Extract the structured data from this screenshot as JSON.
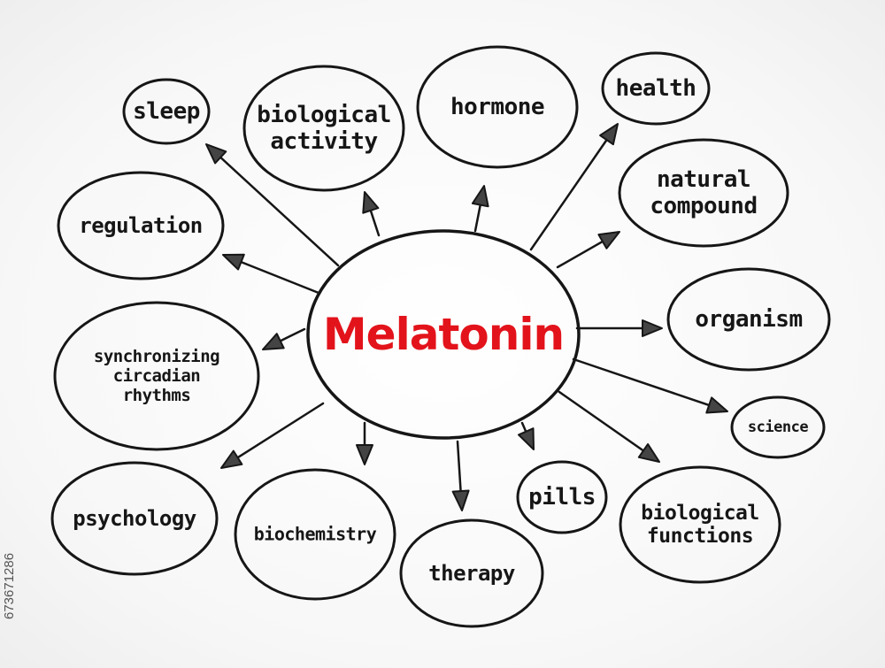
{
  "center": {
    "label": "Melatonin",
    "color": "#e3131b"
  },
  "nodes": [
    {
      "id": "sleep",
      "lines": [
        "sleep"
      ]
    },
    {
      "id": "biological-activity",
      "lines": [
        "biological",
        "activity"
      ]
    },
    {
      "id": "hormone",
      "lines": [
        "hormone"
      ]
    },
    {
      "id": "health",
      "lines": [
        "health"
      ]
    },
    {
      "id": "natural-compound",
      "lines": [
        "natural",
        "compound"
      ]
    },
    {
      "id": "regulation",
      "lines": [
        "regulation"
      ]
    },
    {
      "id": "organism",
      "lines": [
        "organism"
      ]
    },
    {
      "id": "synchronizing-circadian-rhythms",
      "lines": [
        "synchronizing",
        "circadian",
        "rhythms"
      ]
    },
    {
      "id": "science",
      "lines": [
        "science"
      ]
    },
    {
      "id": "psychology",
      "lines": [
        "psychology"
      ]
    },
    {
      "id": "biochemistry",
      "lines": [
        "biochemistry"
      ]
    },
    {
      "id": "therapy",
      "lines": [
        "therapy"
      ]
    },
    {
      "id": "pills",
      "lines": [
        "pills"
      ]
    },
    {
      "id": "biological-functions",
      "lines": [
        "biological",
        "functions"
      ]
    }
  ],
  "watermark": "673671286",
  "colors": {
    "ink": "#161616",
    "accent": "#e3131b"
  }
}
